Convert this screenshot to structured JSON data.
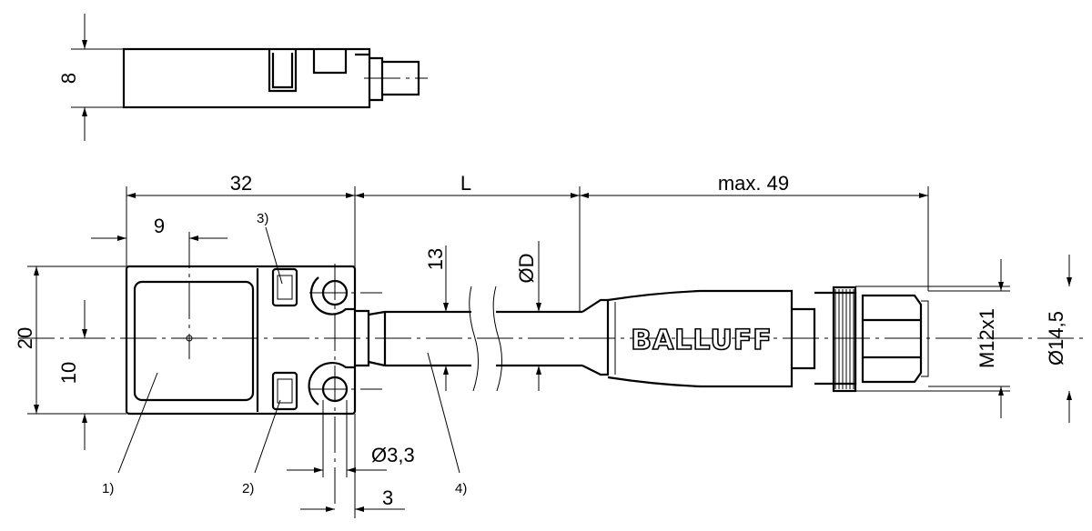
{
  "dimensions": {
    "height_top": "8",
    "length": "32",
    "cable_length": "L",
    "connector_length": "max. 49",
    "offset": "9",
    "width": "20",
    "half_width": "10",
    "cable_height": "13",
    "cable_diameter": "ØD",
    "hole_diameter": "Ø3,3",
    "hole_offset": "3",
    "thread": "M12x1",
    "nut_diameter": "Ø14,5"
  },
  "callouts": [
    "1)",
    "2)",
    "3)",
    "4)"
  ],
  "brand": "BALLUFF"
}
